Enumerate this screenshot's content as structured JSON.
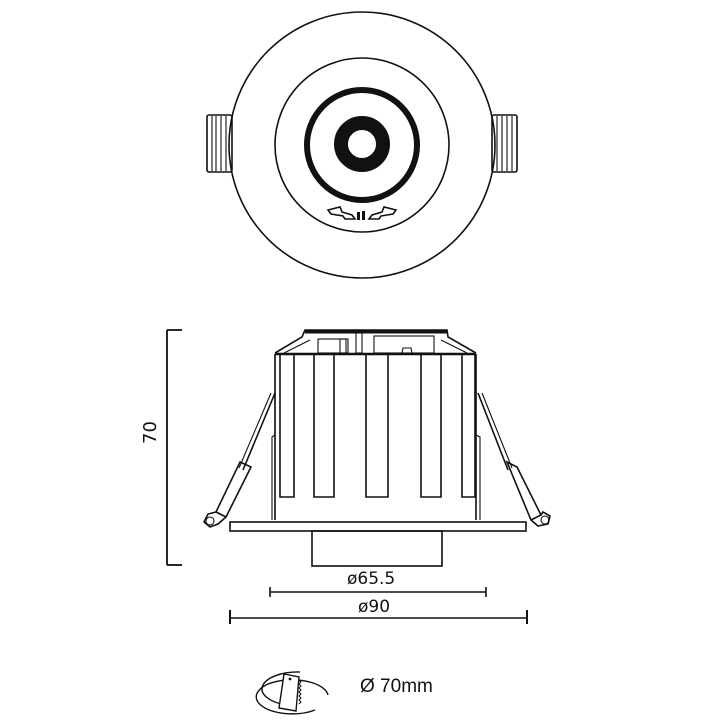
{
  "drawing": {
    "views": [
      "top-view",
      "side-view",
      "cutout-note"
    ],
    "dimensions": {
      "height": "70",
      "inner_diameter": "ø65.5",
      "outer_diameter": "ø90"
    },
    "cutout": {
      "label": "Ø 70mm",
      "icon": "hole-saw-icon"
    },
    "colors": {
      "line": "#111111",
      "background": "#ffffff"
    }
  }
}
